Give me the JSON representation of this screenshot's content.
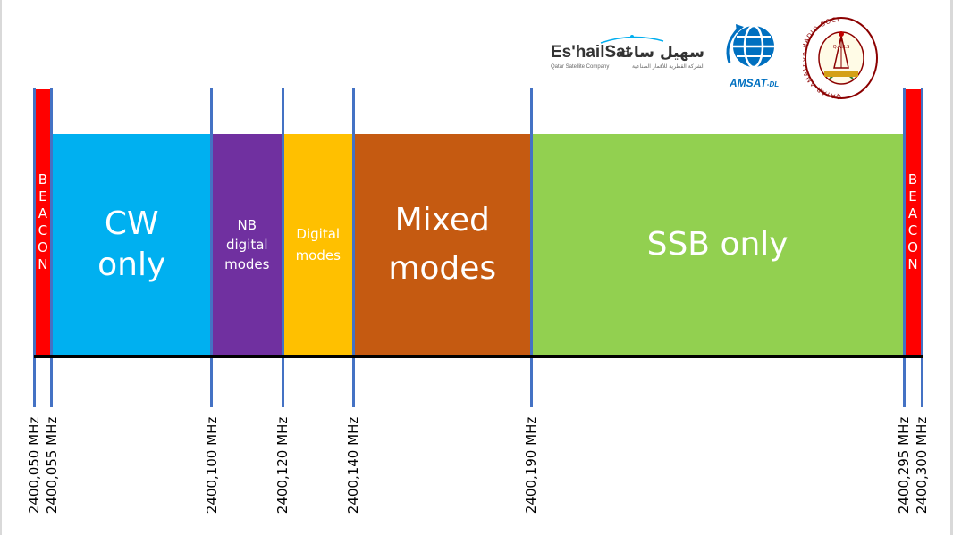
{
  "logos": {
    "eshailsat_name": "Es'hailSat",
    "eshailsat_arabic": "سهيل سات",
    "eshailsat_sub": "Qatar Satellite Company",
    "eshailsat_sub_ar": "الشركة القطرية للأقمار الصناعية",
    "amsat": "AMSAT",
    "amsat_dl": "-DL",
    "qars_ring_text": "QATAR AMATEUR RADIO SOCIETY",
    "qars_emblem": "Q.A.R.S"
  },
  "segments": [
    {
      "name": "beacon-low",
      "label": "BEACON",
      "color": "#ff0000",
      "start": 2400050,
      "end": 2400055,
      "kind": "beacon"
    },
    {
      "name": "cw-only",
      "label": "CW only",
      "color": "#00b0f0",
      "start": 2400055,
      "end": 2400100
    },
    {
      "name": "nb-digital-modes",
      "label": "NB digital modes",
      "color": "#7030a0",
      "start": 2400100,
      "end": 2400120
    },
    {
      "name": "digital-modes",
      "label": "Digital modes",
      "color": "#ffc000",
      "start": 2400120,
      "end": 2400140
    },
    {
      "name": "mixed-modes",
      "label": "Mixed modes",
      "color": "#c55a11",
      "start": 2400140,
      "end": 2400190
    },
    {
      "name": "ssb-only",
      "label": "SSB only",
      "color": "#92d050",
      "start": 2400190,
      "end": 2400295
    },
    {
      "name": "beacon-high",
      "label": "BEACON",
      "color": "#ff0000",
      "start": 2400295,
      "end": 2400300,
      "kind": "beacon"
    }
  ],
  "boundaries": [
    {
      "value": 2400050,
      "label": "2400,050 MHz"
    },
    {
      "value": 2400055,
      "label": "2400,055 MHz"
    },
    {
      "value": 2400100,
      "label": "2400,100 MHz"
    },
    {
      "value": 2400120,
      "label": "2400,120 MHz"
    },
    {
      "value": 2400140,
      "label": "2400,140 MHz"
    },
    {
      "value": 2400190,
      "label": "2400,190 MHz"
    },
    {
      "value": 2400295,
      "label": "2400,295 MHz"
    },
    {
      "value": 2400300,
      "label": "2400,300 MHz"
    }
  ],
  "colors": {
    "divider": "#4472c4",
    "baseline": "#000000",
    "label_text": "#ffffff"
  }
}
